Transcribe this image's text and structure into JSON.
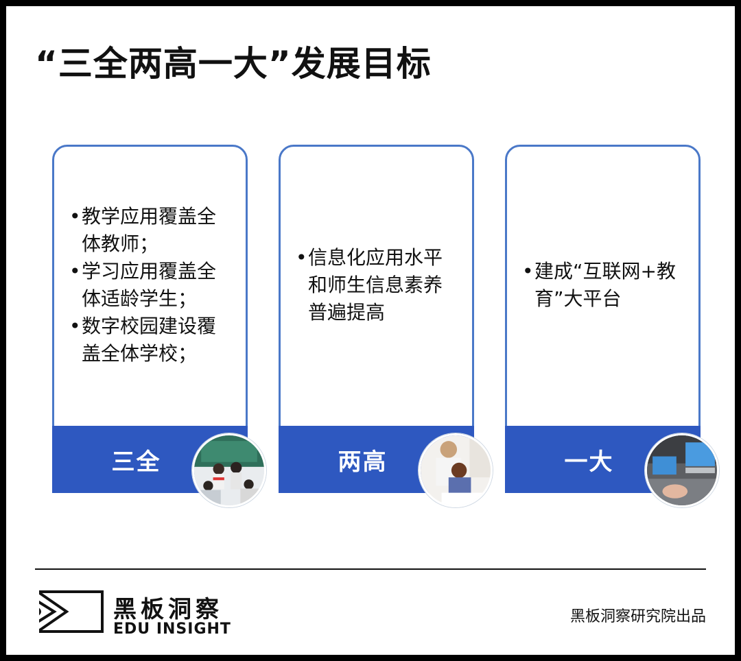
{
  "page": {
    "title": "“三全两高一大”发展目标"
  },
  "cards": [
    {
      "bullets": [
        "教学应用覆盖全体教师；",
        "学习应用覆盖全体适龄学生；",
        "数字校园建设覆盖全体学校；"
      ],
      "label": "三全",
      "photo": "classroom-photo"
    },
    {
      "bullets": [
        "信息化应用水平和师生信息素养普遍提高"
      ],
      "label": "两高",
      "photo": "teacher-student-photo"
    },
    {
      "bullets": [
        "建成“互联网+教育”大平台"
      ],
      "label": "一大",
      "photo": "laptop-class-photo"
    }
  ],
  "footer": {
    "brand_cn": "黑板洞察",
    "brand_en": "EDU INSIGHT",
    "credit": "黑板洞察研究院出品"
  },
  "colors": {
    "accent": "#2e58c0",
    "border": "#4a78c8",
    "text": "#111111"
  }
}
